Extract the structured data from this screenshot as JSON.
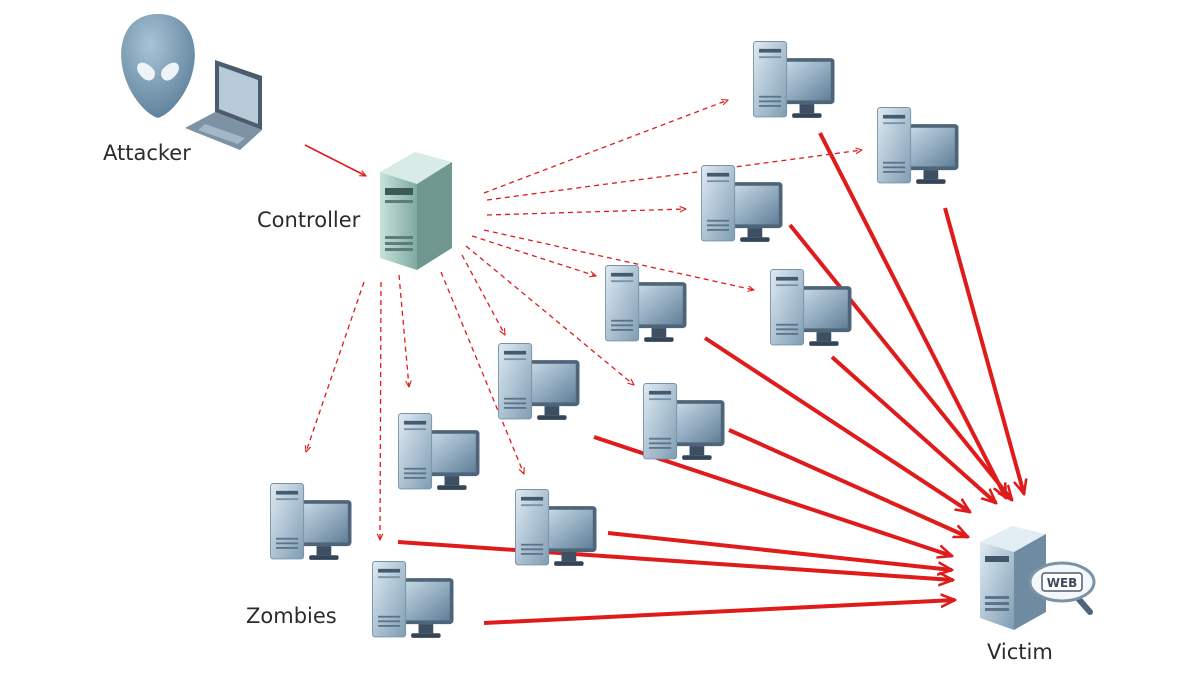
{
  "labels": {
    "attacker": "Attacker",
    "controller": "Controller",
    "zombies": "Zombies",
    "victim": "Victim",
    "web_badge": "WEB"
  },
  "icons": {
    "attacker": "alien-attacker-icon",
    "attacker_device": "laptop-icon",
    "controller": "server-tower-icon",
    "zombie": "desktop-computer-icon",
    "victim": "web-server-icon",
    "victim_badge": "magnifier-web-icon"
  },
  "colors": {
    "attack_arrow": "#e01b1b",
    "command_arrow": "#e01b1b",
    "controller_case": "#9fc7c0",
    "zombie_case": "#a9c3d6",
    "alien": "#6f94ad",
    "label_text": "#2b2b2b"
  }
}
